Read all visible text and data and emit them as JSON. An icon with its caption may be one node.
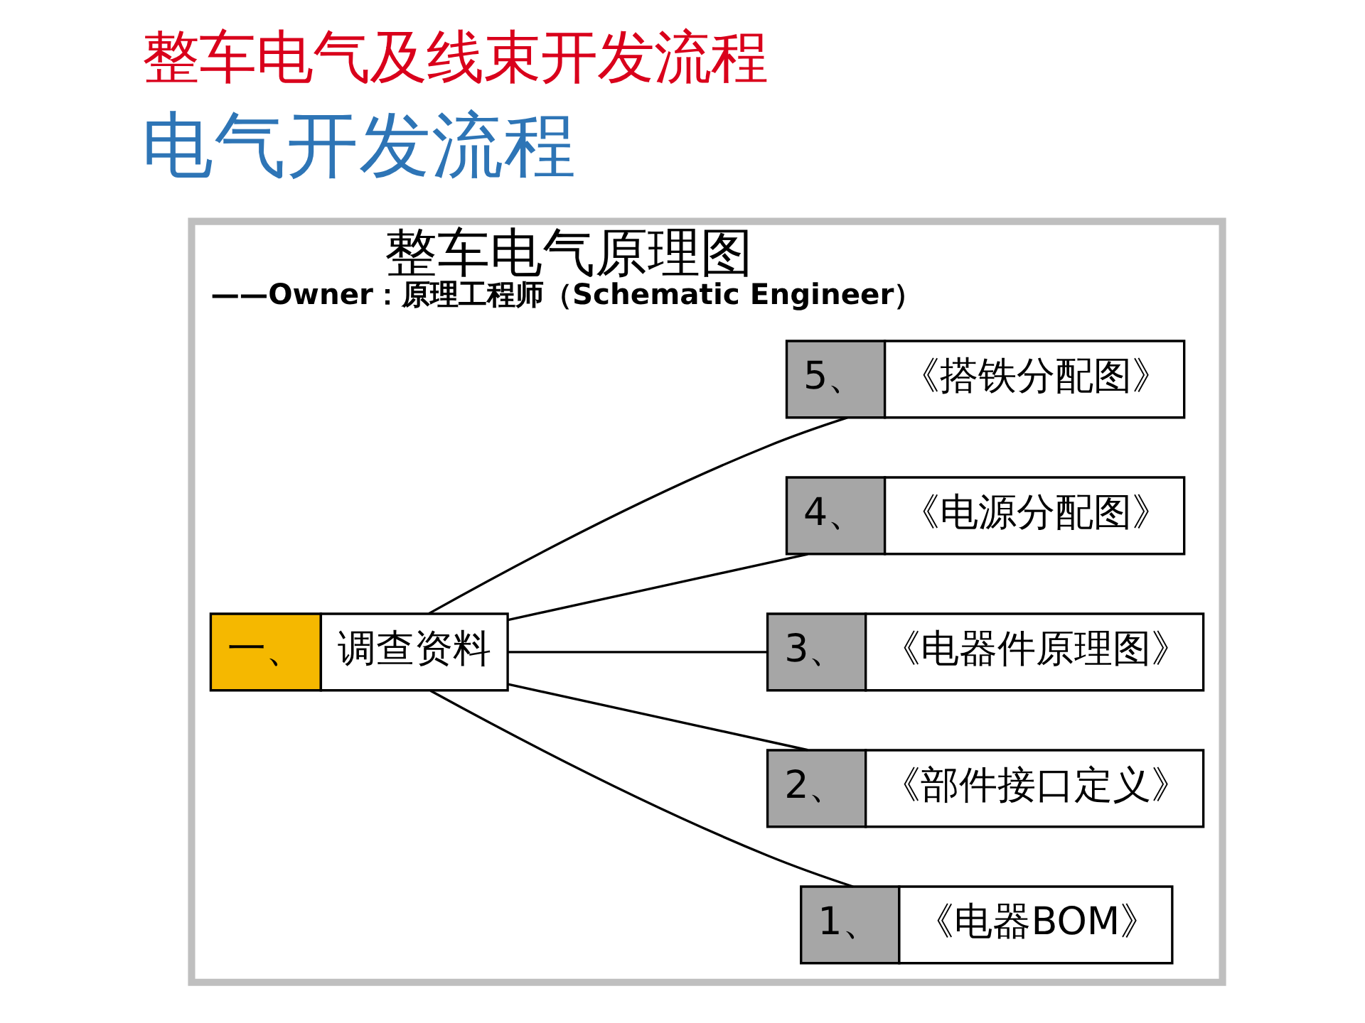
{
  "diagram": {
    "title": "整车电气及线束开发流程",
    "nodes": [
      {
        "text": [
          "整车电气原理图",
          "——Owner：原理工程师（Schematic Engineer）"
        ]
      },
      {
        "text": [
          "一、",
          "调查资料"
        ],
        "in": 0
      },
      {
        "text": [
          "1、",
          "《电器BOM》"
        ],
        "in": 0
      },
      {
        "text": [
          "2、",
          "《部件接口定义》"
        ],
        "in": 0
      },
      {
        "text": [
          "3、",
          "《电器件原理图》"
        ],
        "in": 0
      },
      {
        "text": [
          "4、",
          "《电源分配图》"
        ],
        "in": 0
      },
      {
        "text": [
          "5、",
          "《搭铁分配图》"
        ],
        "in": 0
      }
    ],
    "edges": [
      {
        "from": 1,
        "to": 2,
        "arrow": "none"
      },
      {
        "from": 1,
        "to": 3,
        "arrow": "none"
      },
      {
        "from": 1,
        "to": 4,
        "arrow": "none"
      },
      {
        "from": 1,
        "to": 5,
        "arrow": "none"
      },
      {
        "from": 1,
        "to": 6,
        "arrow": "none"
      }
    ],
    "labels": [
      "电气开发流程"
    ]
  }
}
